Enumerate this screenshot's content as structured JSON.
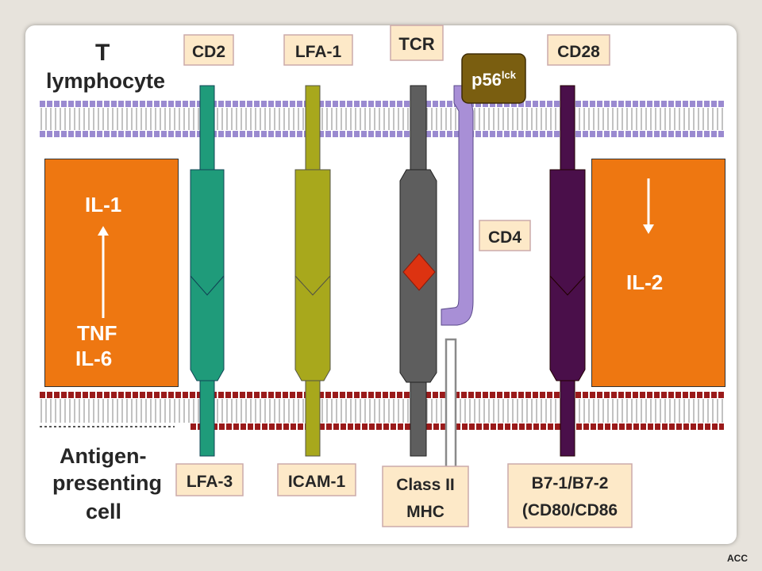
{
  "cell_labels": {
    "t_cell_line1": "T",
    "t_cell_line2": "lymphocyte",
    "apc_line1": "Antigen-",
    "apc_line2": "presenting",
    "apc_line3": "cell"
  },
  "t_cell_molecules": {
    "cd2": "CD2",
    "lfa1": "LFA-1",
    "tcr": "TCR",
    "p56lck_main": "p56",
    "p56lck_sup": "lck",
    "cd4": "CD4",
    "cd28": "CD28"
  },
  "apc_molecules": {
    "lfa3": "LFA-3",
    "icam1": "ICAM-1",
    "mhc_line1": "Class II",
    "mhc_line2": "MHC",
    "b7_line1": "B7-1/B7-2",
    "b7_line2": "(CD80/CD86"
  },
  "cytokines": {
    "left_top": "IL-1",
    "left_bottom_1": "TNF",
    "left_bottom_2": "IL-6",
    "right": "IL-2"
  },
  "colors": {
    "cd2_lfa3": "#1f9b7a",
    "lfa1_icam1": "#a8a81c",
    "tcr_mhc": "#5e5e5e",
    "cd4": "#a88fd6",
    "cd28_b7": "#4a0f4a",
    "cytokine_box": "#ee7711",
    "t_membrane": "#9a8ad0",
    "apc_membrane": "#9a1a1a",
    "antigen": "#dd3311",
    "label_box": "#fde9c8"
  },
  "footer": "ACC"
}
